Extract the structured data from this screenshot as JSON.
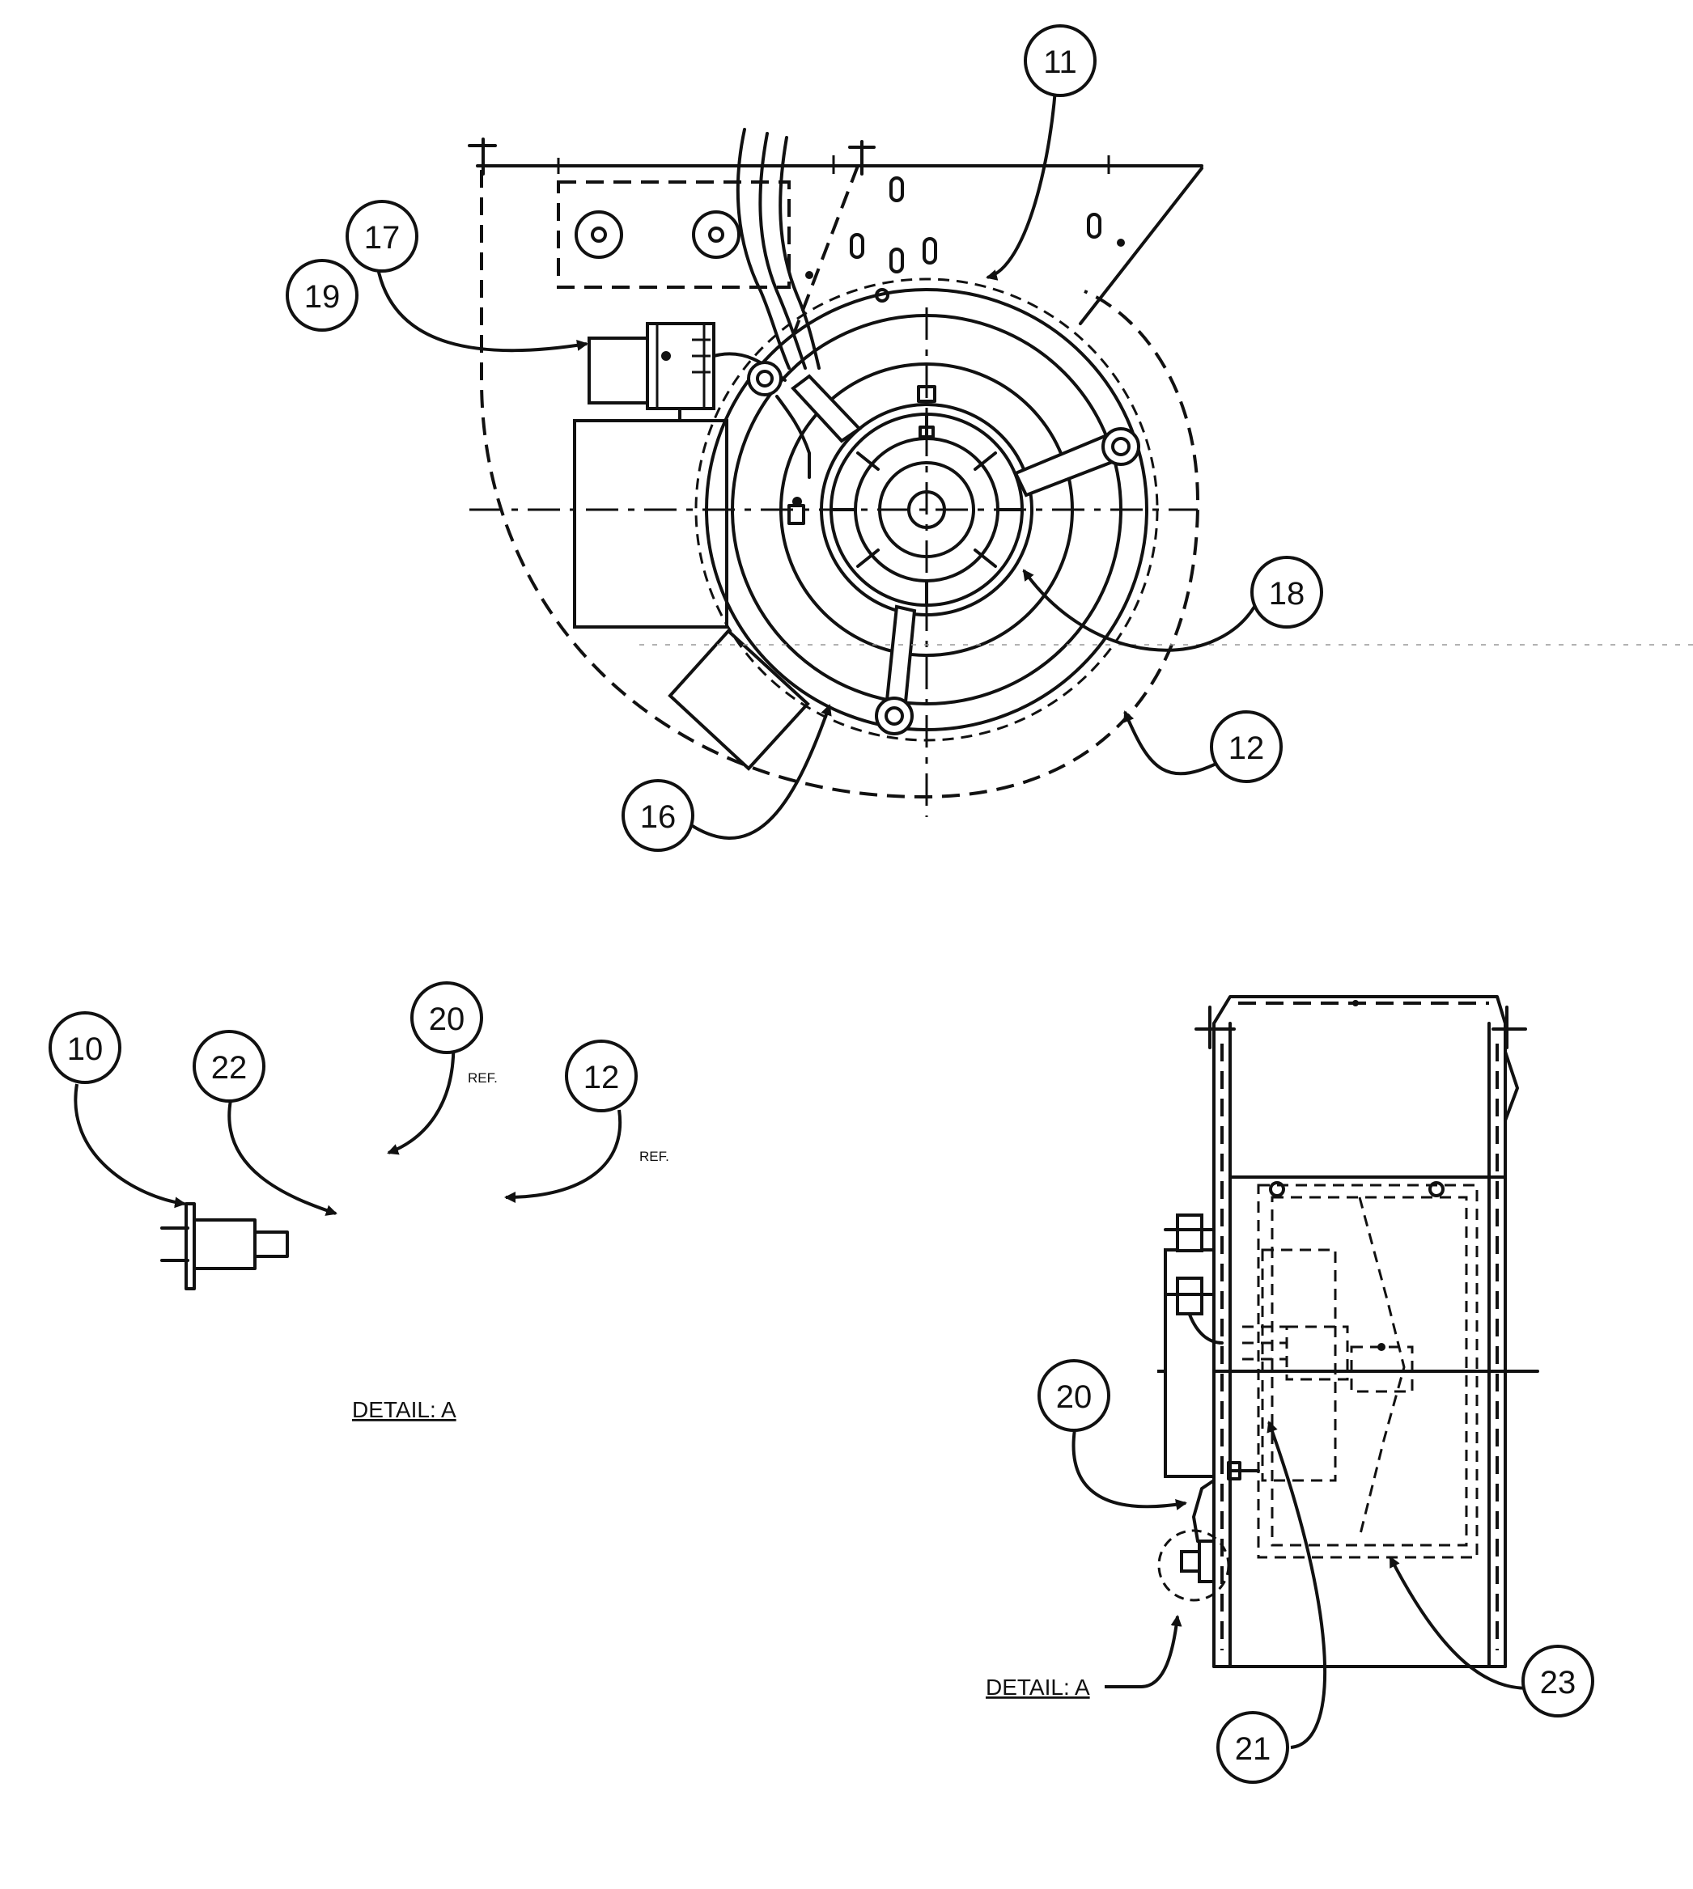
{
  "callouts": {
    "c10": "10",
    "c11": "11",
    "c12_top": "12",
    "c12_detail": "12",
    "c16": "16",
    "c17": "17",
    "c18": "18",
    "c19": "19",
    "c20_detail": "20",
    "c20_side": "20",
    "c21": "21",
    "c22": "22",
    "c23": "23"
  },
  "ref_labels": {
    "ref_20": "REF.",
    "ref_12": "REF."
  },
  "detail_labels": {
    "detail_caption": "DETAIL: A",
    "detail_pointer": "DETAIL: A"
  }
}
